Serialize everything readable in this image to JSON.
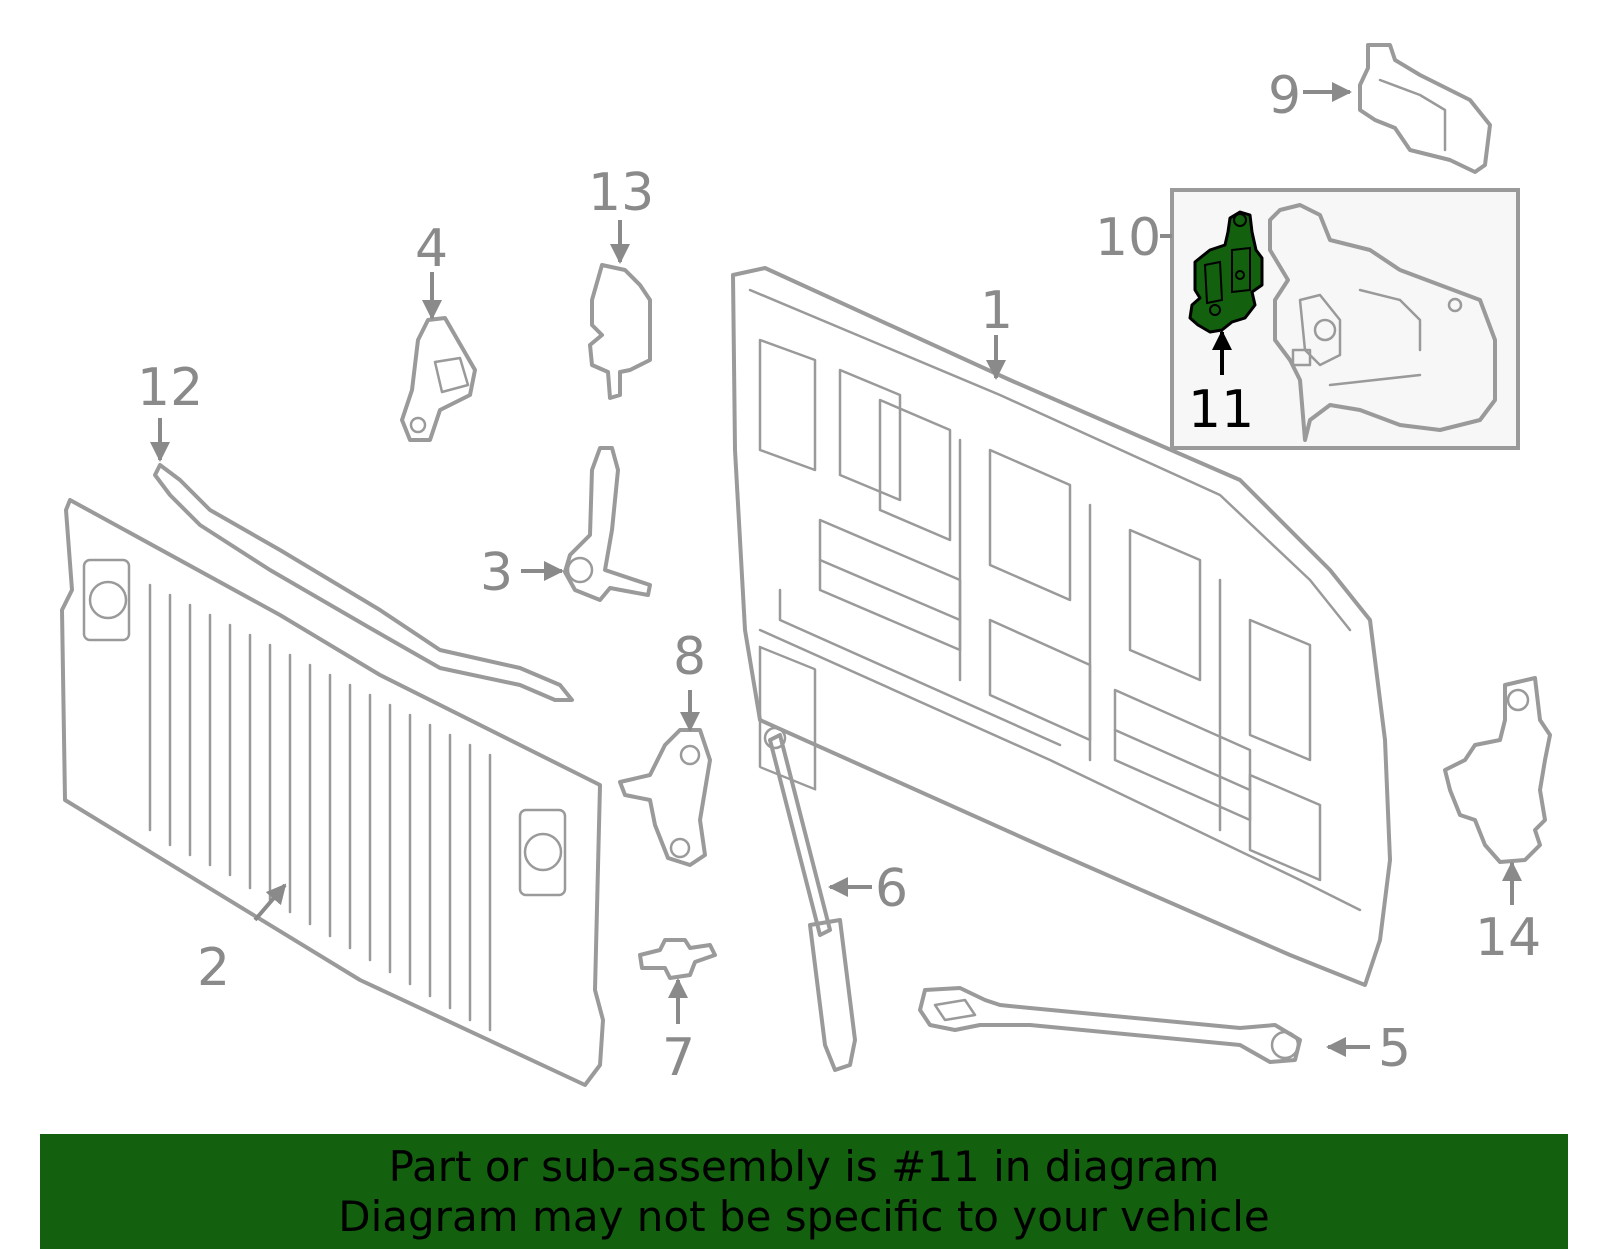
{
  "diagram": {
    "callouts": {
      "c1": "1",
      "c2": "2",
      "c3": "3",
      "c4": "4",
      "c5": "5",
      "c6": "6",
      "c7": "7",
      "c8": "8",
      "c9": "9",
      "c10": "10",
      "c11": "11",
      "c12": "12",
      "c13": "13",
      "c14": "14"
    },
    "highlighted_part": "11",
    "highlight_color": "#13600f"
  },
  "banner": {
    "line1": "Part or sub-assembly is #11 in diagram",
    "line2": "Diagram may not be specific to your vehicle",
    "background": "#13600f"
  }
}
